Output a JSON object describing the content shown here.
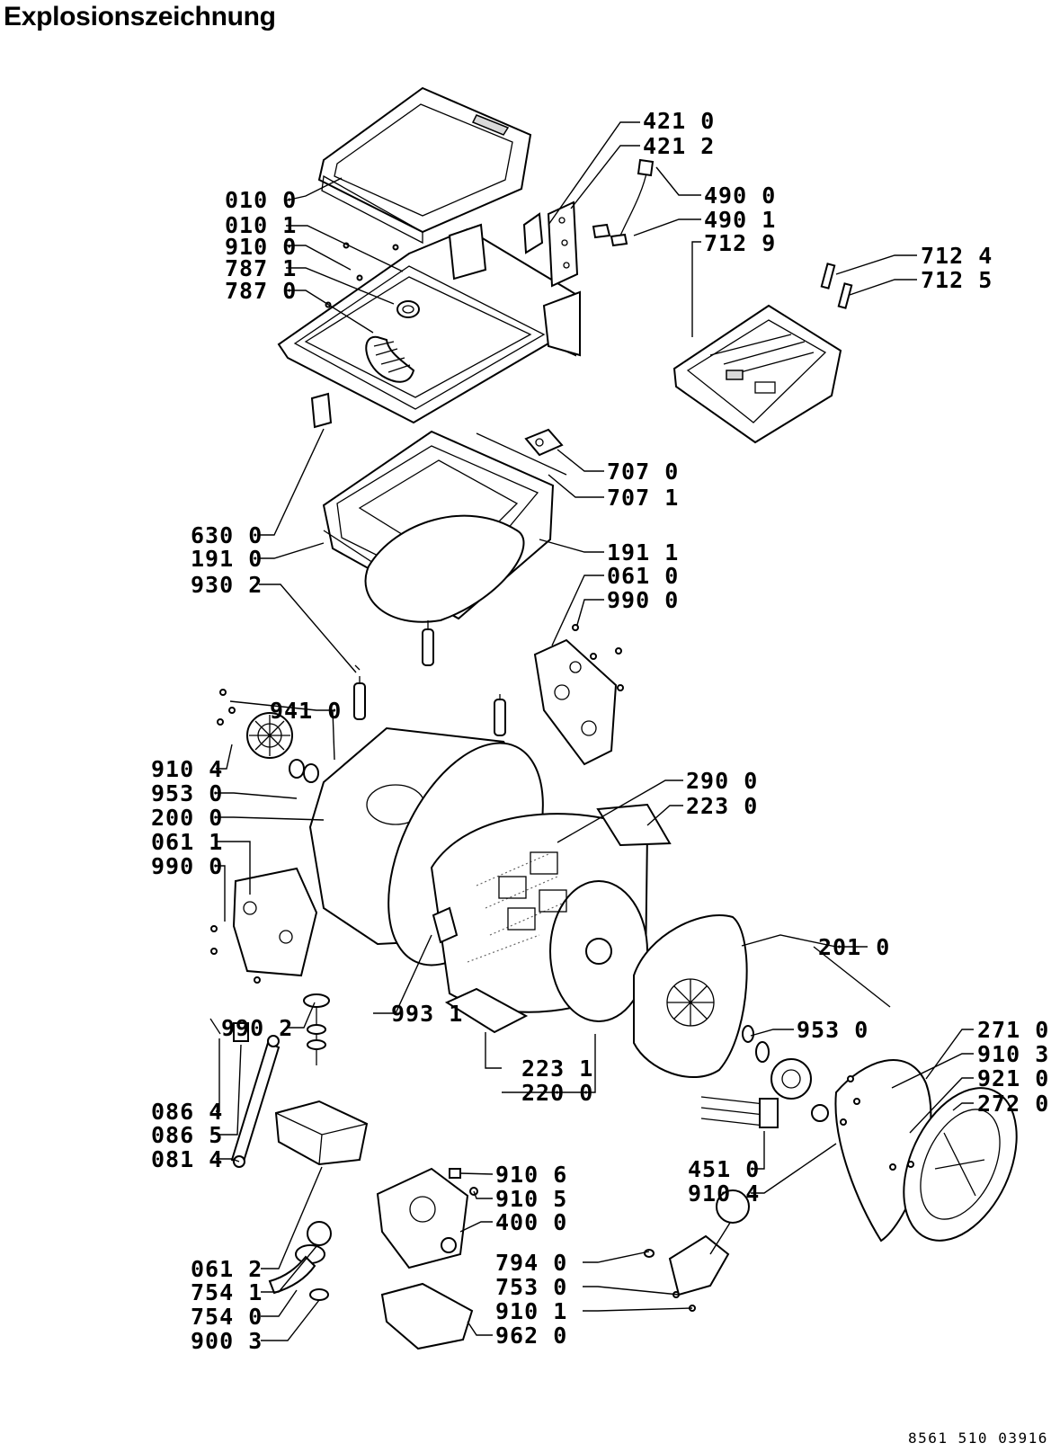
{
  "title": "Explosionszeichnung",
  "document_number": "8561 510 03916",
  "part_labels": [
    "421 0",
    "421 2",
    "010 0",
    "490 0",
    "490 1",
    "010 1",
    "712 9",
    "910 0",
    "712 4",
    "712 5",
    "787 1",
    "787 0",
    "707 0",
    "707 1",
    "630 0",
    "191 1",
    "191 0",
    "061 0",
    "930 2",
    "990 0",
    "941 0",
    "910 4",
    "290 0",
    "953 0",
    "223 0",
    "200 0",
    "061 1",
    "990 0",
    "201 0",
    "993 1",
    "990 2",
    "953 0",
    "271 0",
    "910 3",
    "921 0",
    "223 1",
    "272 0",
    "086 4",
    "220 0",
    "086 5",
    "081 4",
    "451 0",
    "910 4",
    "910 6",
    "910 5",
    "400 0",
    "061 2",
    "794 0",
    "754 1",
    "753 0",
    "754 0",
    "910 1",
    "900 3",
    "962 0"
  ]
}
